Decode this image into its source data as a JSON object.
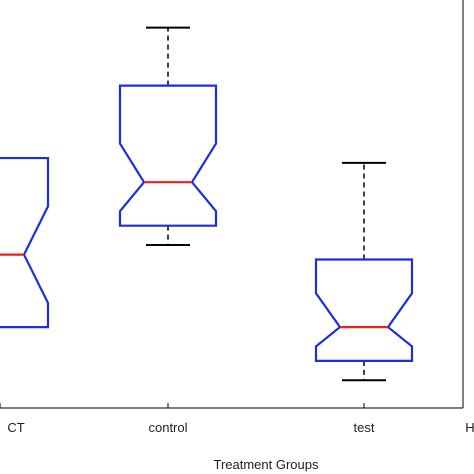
{
  "chart_data": {
    "type": "box",
    "notched": true,
    "xlabel": "Treatment Groups",
    "ylabel": "",
    "title": "",
    "grid": false,
    "ylim": [
      0,
      100
    ],
    "categories": [
      "CT",
      "control",
      "test",
      "H"
    ],
    "boxes": [
      {
        "label": "CT",
        "whisker_low": 30,
        "q1": 30,
        "notch_low": 35,
        "median": 45,
        "notch_high": 55,
        "q3": 65,
        "whisker_high": 65
      },
      {
        "label": "control",
        "whisker_low": 47,
        "q1": 51,
        "notch_low": 54,
        "median": 60,
        "notch_high": 68,
        "q3": 80,
        "whisker_high": 92
      },
      {
        "label": "test",
        "whisker_low": 19,
        "q1": 23,
        "notch_low": 26,
        "median": 30,
        "notch_high": 37,
        "q3": 44,
        "whisker_high": 64
      }
    ],
    "colors": {
      "box": "#1f2fd8",
      "median": "#e8211c",
      "whisker": "#000000",
      "axis": "#000000"
    }
  }
}
